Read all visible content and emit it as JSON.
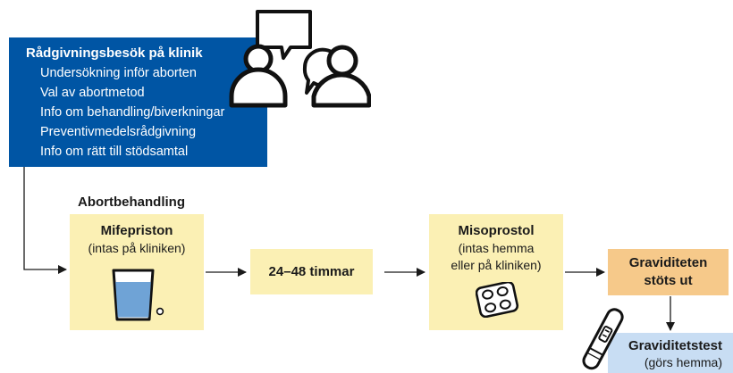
{
  "consultation": {
    "title": "Rådgivningsbesök på klinik",
    "items": [
      "Undersökning inför aborten",
      "Val av abortmetod",
      "Info om behandling/biverkningar",
      "Preventivmedelsrådgivning",
      "Info om rätt till stödsamtal"
    ]
  },
  "treatment": {
    "section_title": "Abortbehandling",
    "mifepristone": {
      "name": "Mifepriston",
      "note": "(intas på kliniken)"
    },
    "wait": {
      "label": "24–48 timmar"
    },
    "misoprostol": {
      "name": "Misoprostol",
      "note_line1": "(intas hemma",
      "note_line2": "eller på kliniken)"
    },
    "expulsion": {
      "line1": "Graviditeten",
      "line2": "stöts ut"
    },
    "pregnancy_test": {
      "name": "Graviditetstest",
      "note": "(görs hemma)"
    }
  },
  "colors": {
    "consult_box": "#0055a4",
    "step_box": "#fbf0b4",
    "expulsion_box": "#f6c98a",
    "test_box": "#c8ddf3"
  },
  "icons": [
    "people-talking-icon",
    "water-glass-icon",
    "pill-blister-icon",
    "pregnancy-test-icon"
  ]
}
